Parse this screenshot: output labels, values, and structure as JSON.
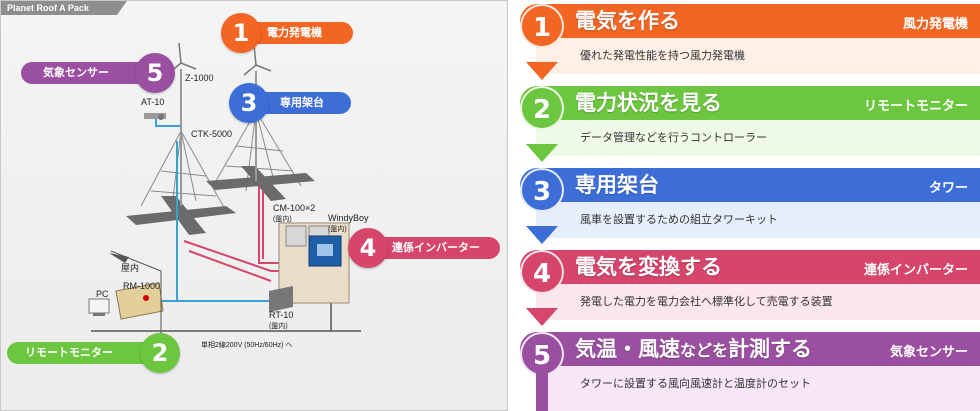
{
  "diagram": {
    "tab_label": "Planet Roof A Pack",
    "labels": {
      "z1000": "Z-1000",
      "at10": "AT-10",
      "ctk5000": "CTK-5000",
      "cm100": "CM-100×2",
      "cm100_location": "(盤内)",
      "windyboy": "WindyBoy",
      "windyboy_location": "(盤内)",
      "indoor": "屋内",
      "pc": "PC",
      "rm1000": "RM-1000",
      "rt10": "RT-10",
      "rt10_location": "(盤内)",
      "power_line": "単相2線200V (50Hz/60Hz) へ"
    },
    "callouts": [
      {
        "num": "1",
        "label": "電力発電機",
        "color": "#f26522"
      },
      {
        "num": "2",
        "label": "リモートモニター",
        "color": "#6cc63f"
      },
      {
        "num": "3",
        "label": "専用架台",
        "color": "#3d6ed8"
      },
      {
        "num": "4",
        "label": "連係インバーター",
        "color": "#d6456b"
      },
      {
        "num": "5",
        "label": "気象センサー",
        "color": "#9b4fa0"
      }
    ]
  },
  "steps": [
    {
      "num": "1",
      "title": "電気を作る",
      "title_small": "",
      "title_rest": "",
      "category": "風力発電機",
      "desc": "優れた発電性能を持つ風力発電機",
      "color": "#f26522",
      "light": "#fff0e6"
    },
    {
      "num": "2",
      "title": "電力状況を見る",
      "title_small": "",
      "title_rest": "",
      "category": "リモートモニター",
      "desc": "データ管理などを行うコントローラー",
      "color": "#6cc63f",
      "light": "#eef9e6"
    },
    {
      "num": "3",
      "title": "専用架台",
      "title_small": "",
      "title_rest": "",
      "category": "タワー",
      "desc": "風車を設置するための組立タワーキット",
      "color": "#3d6ed8",
      "light": "#e6edfb"
    },
    {
      "num": "4",
      "title": "電気を変換する",
      "title_small": "",
      "title_rest": "",
      "category": "連係インバーター",
      "desc": "発電した電力を電力会社へ標準化して売電する装置",
      "color": "#d6456b",
      "light": "#fbe6ec"
    },
    {
      "num": "5",
      "title": "気温・風速",
      "title_small": "などを",
      "title_rest": "計測する",
      "category": "気象センサー",
      "desc": "タワーに設置する風向風速計と温度計のセット",
      "color": "#9b4fa0",
      "light": "#f6e6f7"
    }
  ]
}
